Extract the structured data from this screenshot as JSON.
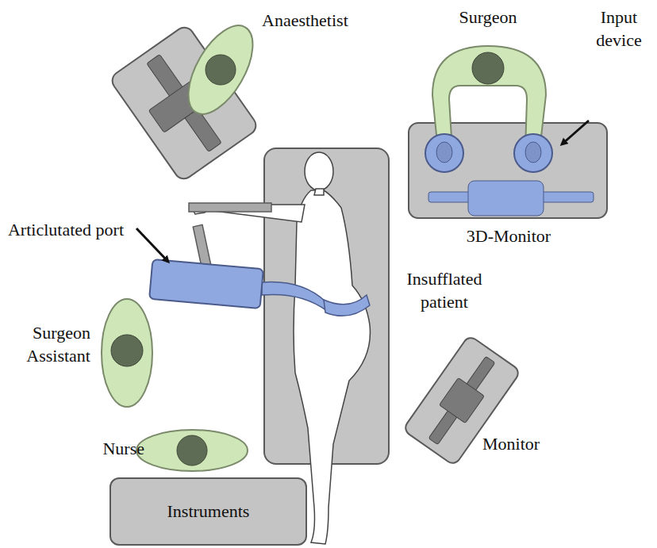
{
  "diagram": {
    "nodes": [
      {
        "text": [
          "Instruments"
        ]
      }
    ],
    "labels": [
      "Anaesthetist",
      "Surgeon",
      "Input device",
      "Articlutated port",
      "3D-Monitor",
      "Insufflated patient",
      "Surgeon Assistant",
      "Nurse",
      "Monitor"
    ]
  }
}
